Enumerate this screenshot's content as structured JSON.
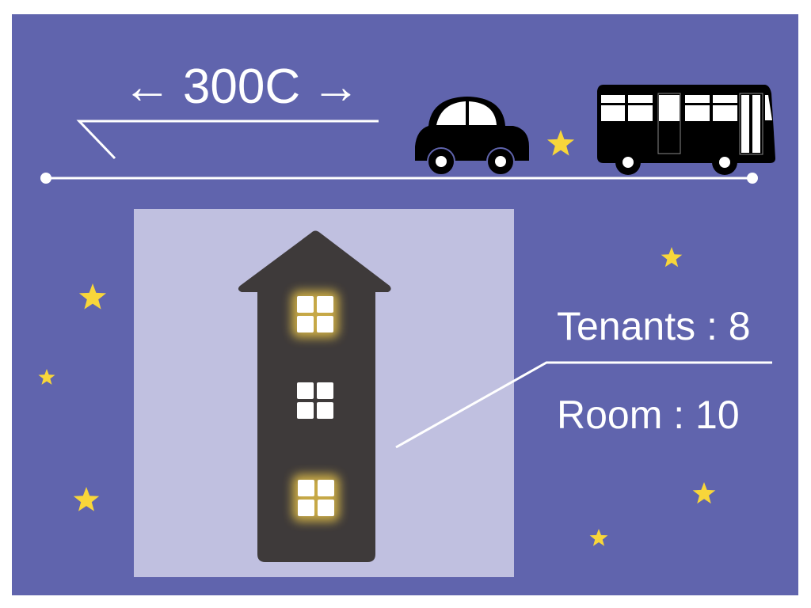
{
  "distance": {
    "arrow_left": "←",
    "value": "300C",
    "arrow_right": "→"
  },
  "info": {
    "tenants": "Tenants : 8",
    "room": "Room : 10"
  },
  "colors": {
    "background": "#6064ad",
    "panel": "#c0c0e0",
    "building": "#3e3a3a",
    "star": "#f8d63a",
    "glow": "#e8c44a"
  },
  "icons": [
    "car-icon",
    "bus-icon",
    "building-icon",
    "star-icon"
  ]
}
